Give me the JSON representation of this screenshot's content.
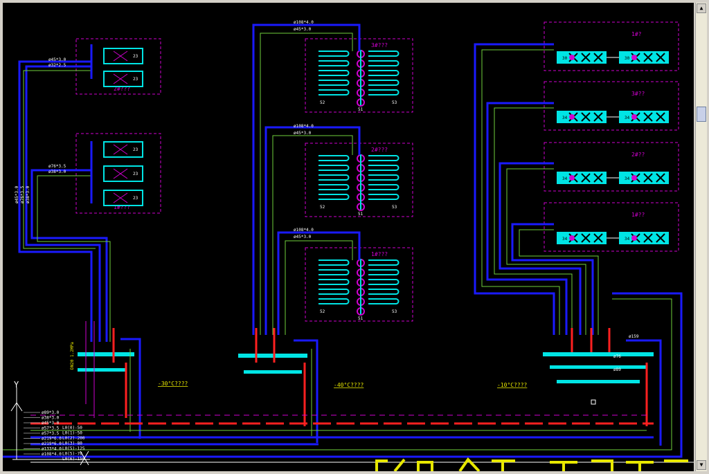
{
  "colors": {
    "background": "#000000",
    "pipe_main": "#1a1aff",
    "pipe_thin": "#6fd13b",
    "hot_pipe": "#ff2020",
    "cyan": "#00e5e5",
    "magenta": "#d000d0",
    "yellow": "#e8e800",
    "white": "#ffffff"
  },
  "diagram": {
    "left_group": {
      "upper_pipe_labels": [
        "ø45*3.0",
        "ø32*2.5"
      ],
      "lower_pipe_labels": [
        "ø76*3.5",
        "ø38*3.0"
      ],
      "unit_numbers": [
        "23",
        "23",
        "23",
        "23",
        "23"
      ],
      "upper_room_label": "2#???",
      "lower_room_label": "1#???",
      "vertical_labels": [
        "ø45*3.0",
        "ø76*3.5",
        "ø38*3.0"
      ],
      "temp_label": "-30°C????",
      "side_label": "DN20 1.2MPa"
    },
    "middle_group": {
      "rooms": [
        {
          "name": "3#???",
          "pipe_labels": [
            "ø108*4.0",
            "ø45*3.0"
          ],
          "left_tag": "52",
          "mid_tag": "51",
          "right_tag": "53"
        },
        {
          "name": "2#???",
          "pipe_labels": [
            "ø108*4.0",
            "ø45*3.0"
          ],
          "left_tag": "52",
          "mid_tag": "51",
          "right_tag": "53"
        },
        {
          "name": "1#???",
          "pipe_labels": [
            "ø108*4.0",
            "ø45*3.0"
          ],
          "left_tag": "52",
          "mid_tag": "51",
          "right_tag": "53"
        }
      ],
      "temp_label": "-40°C????"
    },
    "right_group": {
      "rooms": [
        {
          "name": "1#?",
          "unit_tag": "30"
        },
        {
          "name": "3#??",
          "unit_tag": "34"
        },
        {
          "name": "2#??",
          "unit_tag": "34"
        },
        {
          "name": "1#??",
          "unit_tag": "34"
        }
      ],
      "temp_label": "-10°C????",
      "tags": [
        "ø159",
        "ø76",
        "ø89"
      ]
    },
    "bottom_legend": {
      "rows": [
        "ø89*3.0",
        "ø38*3.0",
        "ø45*3.0",
        "ø57*3.5",
        "ø57*3.5",
        "ø219*6.0",
        "ø219*6.0",
        "ø133*4.0",
        "ø108*4.0"
      ],
      "codes": [
        "L0(0)-50",
        "L0(1)-50",
        "L0(2)-200",
        "L0(3)-80",
        "L0(5)-125",
        "L0(5)-70",
        "L0(6)-150"
      ]
    },
    "axis_y_label": "Y"
  }
}
